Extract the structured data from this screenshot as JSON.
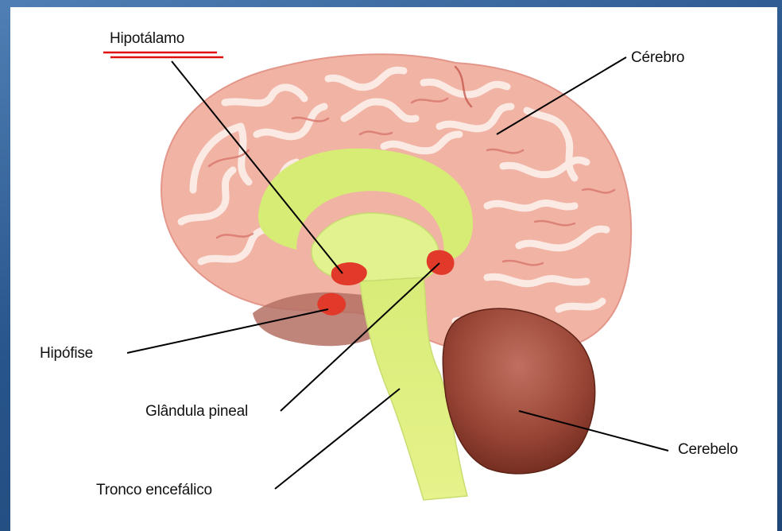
{
  "labels": {
    "hipotalamo": "Hipotálamo",
    "cerebro": "Cérebro",
    "hipofise": "Hipófise",
    "glandula_pineal": "Glândula pineal",
    "tronco": "Tronco encefálico",
    "cerebelo": "Cerebelo"
  },
  "colors": {
    "background_frame": "#2c5a8c",
    "cerebrum": "#f2b8aa",
    "gyri": "#fbeae4",
    "sulci": "#d9736a",
    "central_structures": "#d8ee7a",
    "cerebellum": "#9a4a3a",
    "glands": "#e03a2a",
    "highlight_underline": "#e01010"
  }
}
